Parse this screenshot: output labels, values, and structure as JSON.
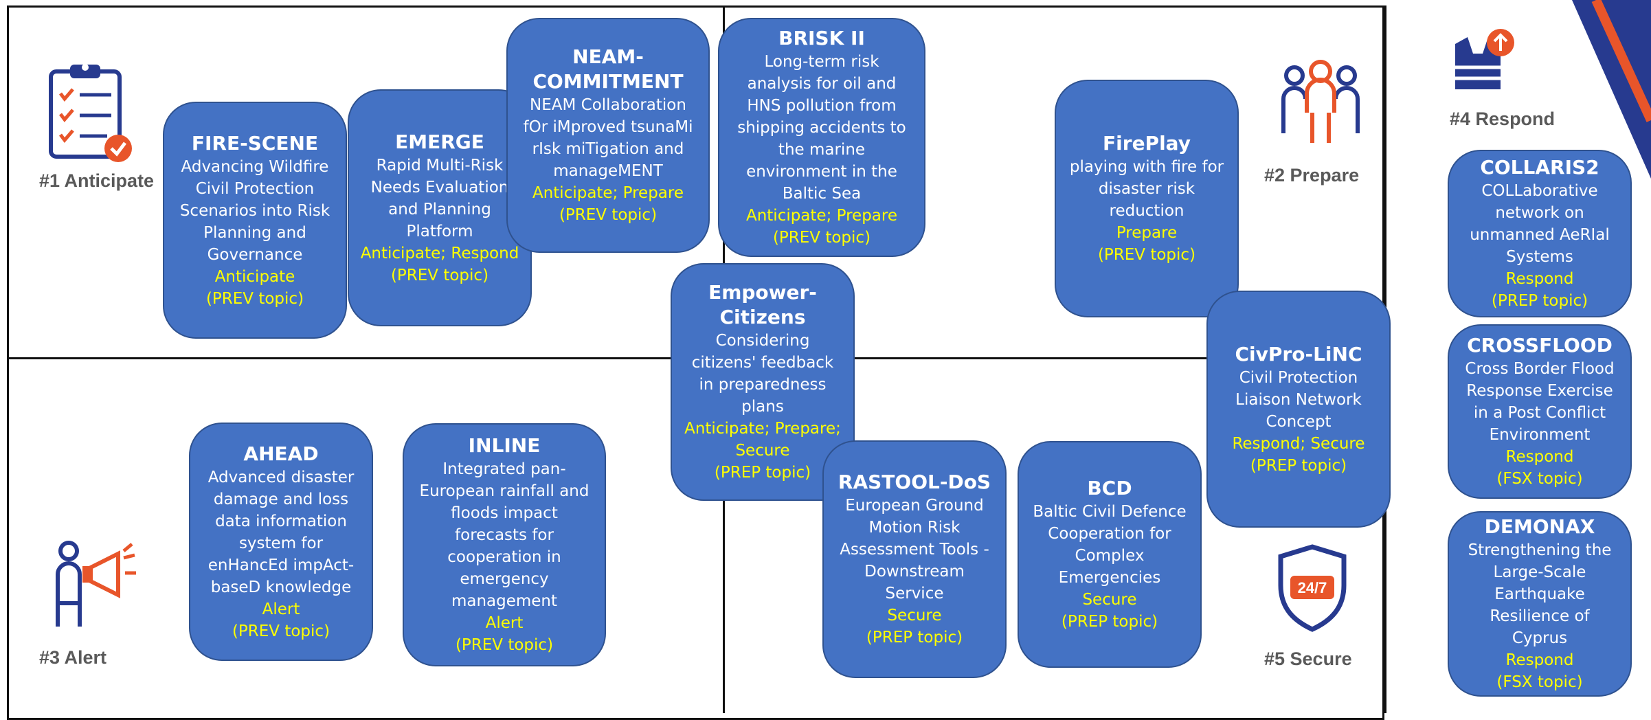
{
  "phases": {
    "anticipate": "#1 Anticipate",
    "prepare": "#2 Prepare",
    "alert": "#3 Alert",
    "respond": "#4 Respond",
    "secure": "#5 Secure"
  },
  "badge_text": "24/7",
  "colors": {
    "card": "#4472c4",
    "card_border": "#2f528f",
    "tag": "#ffff00",
    "accent": "#e8552a",
    "navy": "#273a8f"
  },
  "projects": [
    {
      "title": "FIRE-SCENE",
      "desc": "Advancing Wildfire Civil Protection Scenarios into Risk Planning and Governance",
      "tag1": "Anticipate",
      "tag2": "(PREV topic)"
    },
    {
      "title": "EMERGE",
      "desc": "Rapid Multi-Risk Needs Evaluation and Planning Platform",
      "tag1": "Anticipate; Respond",
      "tag2": "(PREV topic)"
    },
    {
      "title": "NEAM-COMMITMENT",
      "desc": "NEAM Collaboration fOr iMproved tsunaMi rIsk miTigation and manageMENT",
      "tag1": "Anticipate; Prepare",
      "tag2": "(PREV topic)"
    },
    {
      "title": "BRISK II",
      "desc": "Long-term risk analysis for oil and HNS pollution from shipping accidents to the marine environment in the Baltic Sea",
      "tag1": "Anticipate; Prepare",
      "tag2": "(PREV topic)"
    },
    {
      "title": "Empower-Citizens",
      "desc": "Considering citizens' feedback in preparedness plans",
      "tag1": "Anticipate; Prepare; Secure",
      "tag2": "(PREP topic)"
    },
    {
      "title": "FirePlay",
      "desc": "playing with fire for disaster risk reduction",
      "tag1": "Prepare",
      "tag2": "(PREV topic)"
    },
    {
      "title": "CivPro-LiNC",
      "desc": "Civil Protection Liaison Network Concept",
      "tag1": "Respond; Secure",
      "tag2": "(PREP topic)"
    },
    {
      "title": "AHEAD",
      "desc": "Advanced disaster damage and loss data information system for enHancEd impAct-baseD knowledge",
      "tag1": "Alert",
      "tag2": "(PREV topic)"
    },
    {
      "title": "INLINE",
      "desc": "Integrated pan-European rainfall and floods impact forecasts for cooperation in emergency management",
      "tag1": "Alert",
      "tag2": "(PREV topic)"
    },
    {
      "title": "RASTOOL-DoS",
      "desc": "European Ground Motion Risk Assessment Tools - Downstream Service",
      "tag1": "Secure",
      "tag2": "(PREP topic)"
    },
    {
      "title": "BCD",
      "desc": "Baltic Civil Defence Cooperation for Complex Emergencies",
      "tag1": "Secure",
      "tag2": "(PREP topic)"
    },
    {
      "title": "COLLARIS2",
      "desc": "COLLaborative network on unmanned AeRIal Systems",
      "tag1": "Respond",
      "tag2": "(PREP topic)"
    },
    {
      "title": "CROSSFLOOD",
      "desc": "Cross Border Flood Response Exercise in a Post Conflict Environment",
      "tag1": "Respond",
      "tag2": "(FSX topic)"
    },
    {
      "title": "DEMONAX",
      "desc": "Strengthening the Large-Scale Earthquake Resilience of Cyprus",
      "tag1": "Respond",
      "tag2": "(FSX topic)"
    }
  ]
}
